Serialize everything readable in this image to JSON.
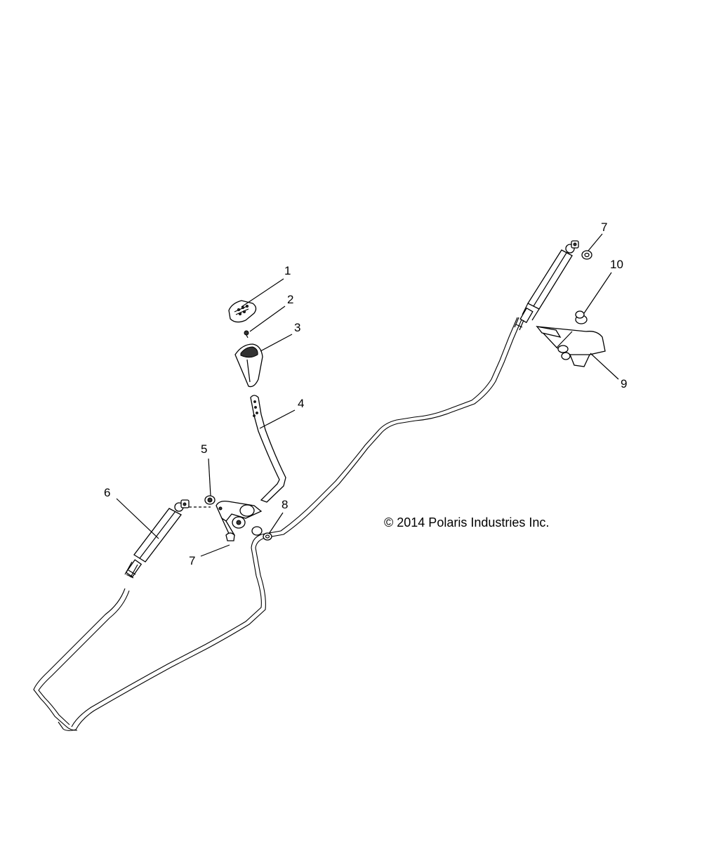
{
  "copyright": "© 2014 Polaris Industries Inc.",
  "callouts": [
    {
      "id": "c1",
      "label": "1"
    },
    {
      "id": "c2",
      "label": "2"
    },
    {
      "id": "c3",
      "label": "3"
    },
    {
      "id": "c4",
      "label": "4"
    },
    {
      "id": "c5",
      "label": "5"
    },
    {
      "id": "c6",
      "label": "6"
    },
    {
      "id": "c7a",
      "label": "7"
    },
    {
      "id": "c7b",
      "label": "7"
    },
    {
      "id": "c8",
      "label": "8"
    },
    {
      "id": "c9",
      "label": "9"
    },
    {
      "id": "c10",
      "label": "10"
    }
  ]
}
